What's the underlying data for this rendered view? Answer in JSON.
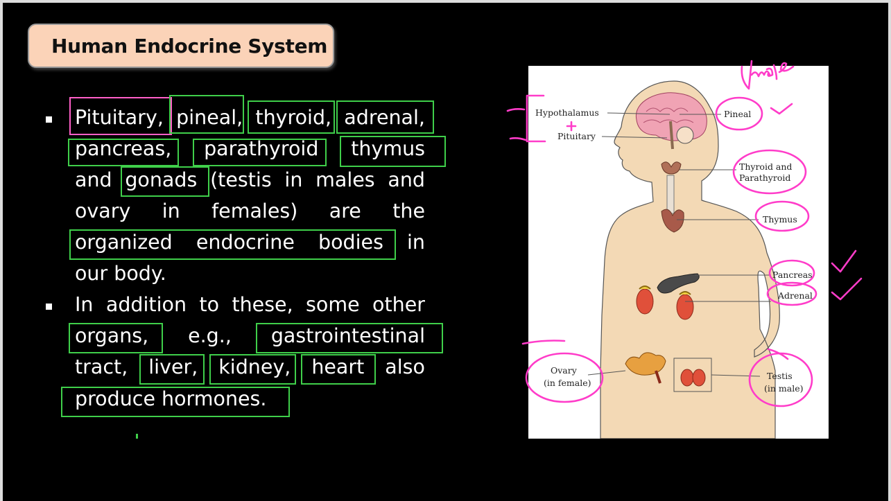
{
  "slide": {
    "title": "Human Endocrine System",
    "bullet1": {
      "lines": [
        [
          "Pituitary,",
          "pineal,",
          "thyroid,",
          "adrenal,"
        ],
        [
          "pancreas,",
          "parathyroid",
          "thymus"
        ],
        [
          "and",
          "gonads",
          "(testis",
          "in",
          "males",
          "and"
        ],
        [
          "ovary",
          "in",
          "females)",
          "are",
          "the"
        ],
        [
          "organized",
          "endocrine",
          "bodies",
          "in"
        ],
        [
          "our body."
        ]
      ]
    },
    "bullet2": {
      "lines": [
        [
          "In",
          "addition",
          "to",
          "these,",
          "some",
          "other"
        ],
        [
          "organs,",
          "e.g.,",
          "gastrointestinal"
        ],
        [
          "tract,",
          "liver,",
          "kidney,",
          "heart",
          "also"
        ],
        [
          "produce hormones."
        ]
      ]
    }
  },
  "diagram": {
    "labels": {
      "hypothalamus": "Hypothalamus",
      "pituitary": "Pituitary",
      "pineal": "Pineal",
      "thyroid_line1": "Thyroid and",
      "thyroid_line2": "Parathyroid",
      "thymus": "Thymus",
      "pancreas": "Pancreas",
      "adrenal": "Adrenal",
      "ovary_line1": "Ovary",
      "ovary_line2": "(in female)",
      "testis_line1": "Testis",
      "testis_line2": "(in male)"
    },
    "annotation": "Vfemale"
  },
  "colors": {
    "highlight_green": "#3fcf4a",
    "highlight_pink": "#ff5fc8",
    "title_bg": "#fbd3b8",
    "body_skin": "#f3d9b5"
  }
}
